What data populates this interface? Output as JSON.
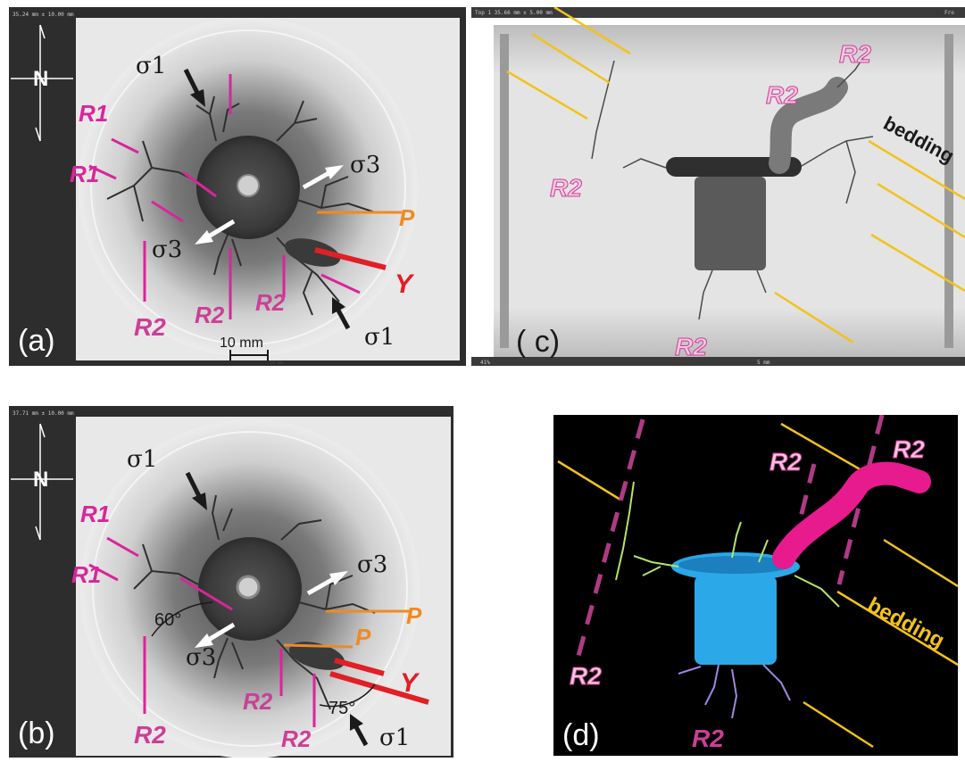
{
  "panels": {
    "a": {
      "label": "(a)",
      "header": "35.24 mm ± 10.00 mm",
      "scale_bar": "10 mm",
      "scale_bar_small": "10 mm",
      "north": "N",
      "sigma1_top": "σ1",
      "sigma1_bot": "σ1",
      "sigma3_right": "σ3",
      "sigma3_left": "σ3",
      "r1_upper": "R1",
      "r1_lower": "R1",
      "r2_left": "R2",
      "r2_mid": "R2",
      "r2_right": "R2",
      "p_label": "P",
      "y_label": "Y"
    },
    "b": {
      "label": "(b)",
      "header": "37.71 mm ± 10.00 mm",
      "north": "N",
      "sigma1_top": "σ1",
      "sigma1_bot": "σ1",
      "sigma3_right": "σ3",
      "sigma3_left": "σ3",
      "r1_upper": "R1",
      "r1_lower": "R1",
      "r2_left": "R2",
      "r2_mid": "R2",
      "r2_right": "R2",
      "p_upper": "P",
      "p_lower": "P",
      "y_label": "Y",
      "angle_60": "60°",
      "angle_75": "75°"
    },
    "c": {
      "label": "( c)",
      "header": "Top 1  35.66 mm ± 5.00 mm",
      "corner_tr": "Fro",
      "scale_small": "5 mm",
      "corner_bl": "41%",
      "r2_top": "R2",
      "r2_upper": "R2",
      "r2_left": "R2",
      "r2_bottom": "R2",
      "bedding": "bedding"
    },
    "d": {
      "label": "(d)",
      "r2_top_right": "R2",
      "r2_top_mid": "R2",
      "r2_left": "R2",
      "r2_bottom": "R2",
      "bedding": "bedding"
    }
  },
  "colors": {
    "magenta": "#d9259b",
    "pink_label": "#cc3f95",
    "orange": "#f08a24",
    "red": "#e11f26",
    "yellow": "#f2c21b",
    "dark_bg": "#2d2d2d",
    "cyan_model": "#2aa8e8",
    "green_frac": "#b6e36a",
    "violet_frac": "#9f86e0",
    "pink_model": "#e71a8e"
  }
}
